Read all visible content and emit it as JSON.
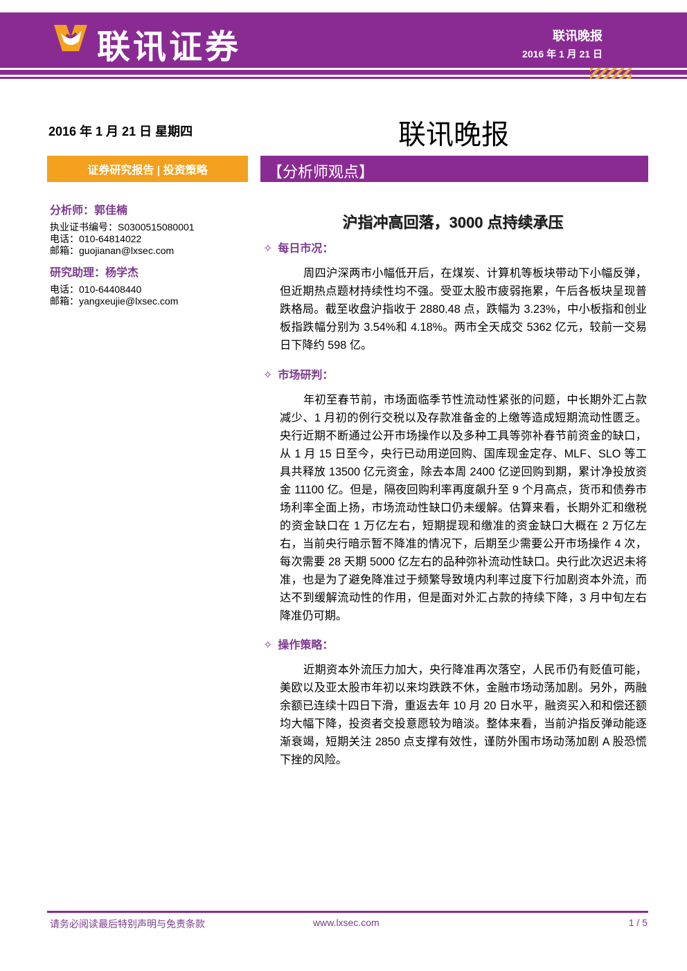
{
  "header": {
    "brand": "联讯证券",
    "title": "联讯晚报",
    "date": "2016 年 1 月 21 日"
  },
  "titlebar": {
    "date_line": "2016 年 1 月 21 日  星期四",
    "main_title": "联讯晚报",
    "left_banner": "证券研究报告 | 投资策略",
    "right_banner": "【分析师观点】"
  },
  "analysts": [
    {
      "name": "分析师：郭佳楠",
      "lines": [
        "执业证书编号：S0300515080001",
        "电话：010-64814022",
        "邮箱：guojianan@lxsec.com"
      ]
    },
    {
      "name": "研究助理：杨学杰",
      "lines": [
        "电话：010-64408440",
        "邮箱：yangxeujie@lxsec.com"
      ]
    }
  ],
  "article": {
    "title": "沪指冲高回落，3000 点持续承压",
    "sections": [
      {
        "heading": "每日市况：",
        "text": "周四沪深两市小幅低开后，在煤炭、计算机等板块带动下小幅反弹，但近期热点题材持续性均不强。受亚太股市疲弱拖累，午后各板块呈现普跌格局。截至收盘沪指收于 2880.48 点，跌幅为 3.23%，中小板指和创业板指跌幅分别为 3.54%和 4.18%。两市全天成交 5362 亿元，较前一交易日下降约 598 亿。"
      },
      {
        "heading": "市场研判：",
        "text": "年初至春节前，市场面临季节性流动性紧张的问题，中长期外汇占款减少、1 月初的例行交税以及存款准备金的上缴等造成短期流动性匮乏。央行近期不断通过公开市场操作以及多种工具等弥补春节前资金的缺口，从 1 月 15 日至今，央行已动用逆回购、国库现金定存、MLF、SLO 等工具共释放 13500 亿元资金，除去本周 2400 亿逆回购到期，累计净投放资金 11100 亿。但是，隔夜回购利率再度飙升至 9 个月高点，货币和债券市场利率全面上扬，市场流动性缺口仍未缓解。估算来看，长期外汇和缴税的资金缺口在 1 万亿左右，短期提现和缴准的资金缺口大概在 2 万亿左右，当前央行暗示暂不降准的情况下，后期至少需要公开市场操作 4 次，每次需要 28 天期 5000 亿左右的品种弥补流动性缺口。央行此次迟迟未将准，也是为了避免降准过于频繁导致境内利率过度下行加剧资本外流，而达不到缓解流动性的作用，但是面对外汇占款的持续下降，3 月中旬左右降准仍可期。"
      },
      {
        "heading": "操作策略：",
        "text": "近期资本外流压力加大，央行降准再次落空，人民币仍有贬值可能，美欧以及亚太股市年初以来均跌跌不休，金融市场动荡加剧。另外，两融余额已连续十四日下滑，重返去年 10 月 20 日水平，融资买入和和偿还额均大幅下降，投资者交投意愿较为暗淡。整体来看，当前沪指反弹动能逐渐衰竭，短期关注 2850 点支撑有效性，谨防外围市场动荡加剧 A 股恐慌下挫的风险。"
      }
    ]
  },
  "footer": {
    "disclaimer": "请务必阅读最后特别声明与免责条款",
    "website": "www.lxsec.com",
    "page": "1 / 5"
  },
  "icons": {
    "section_marker": "diamond-icon",
    "logo": "brand-logo-icon"
  },
  "colors": {
    "brand_purple": "#8a2b94",
    "accent_orange": "#f3a11f",
    "text_purple": "#7d3a8f"
  }
}
